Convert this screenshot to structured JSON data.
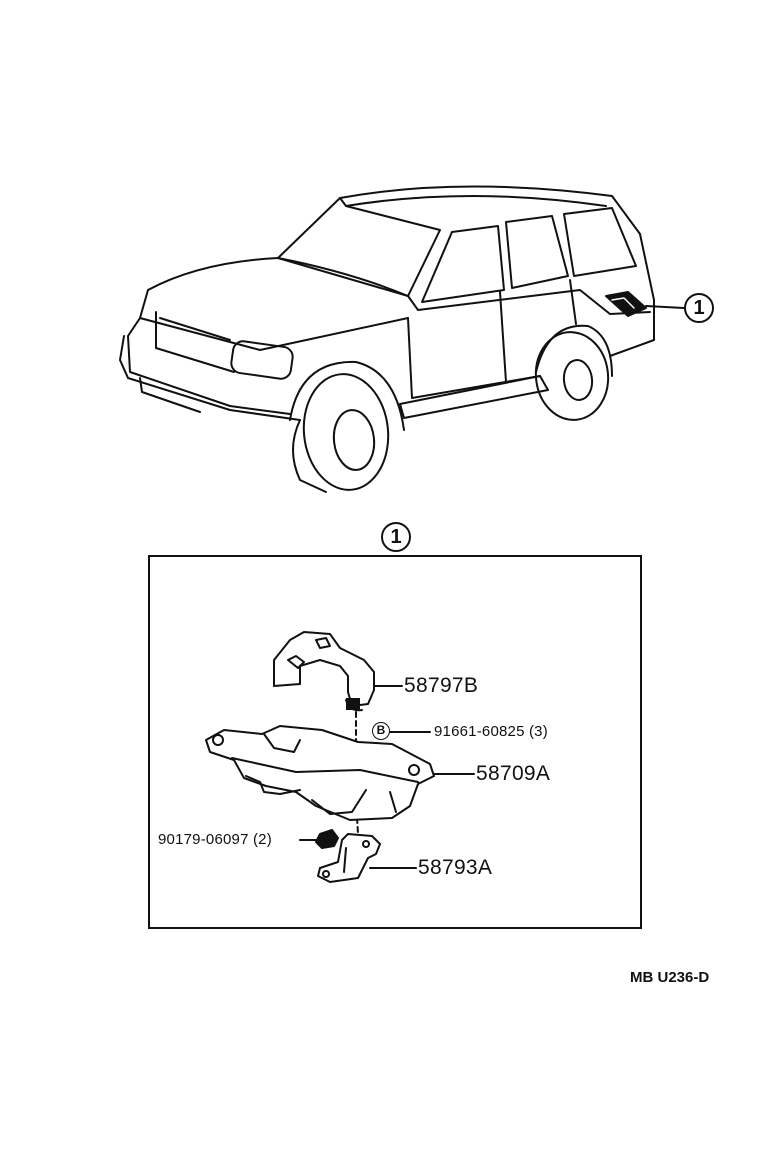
{
  "vehicle": {
    "callout": "1"
  },
  "detail": {
    "callout": "1",
    "bolt_marker": "B"
  },
  "parts": [
    {
      "number": "58797B"
    },
    {
      "number": "91661-60825 (3)"
    },
    {
      "number": "58709A"
    },
    {
      "number": "90179-06097 (2)"
    },
    {
      "number": "58793A"
    }
  ],
  "reference_code": "MB  U236-D"
}
